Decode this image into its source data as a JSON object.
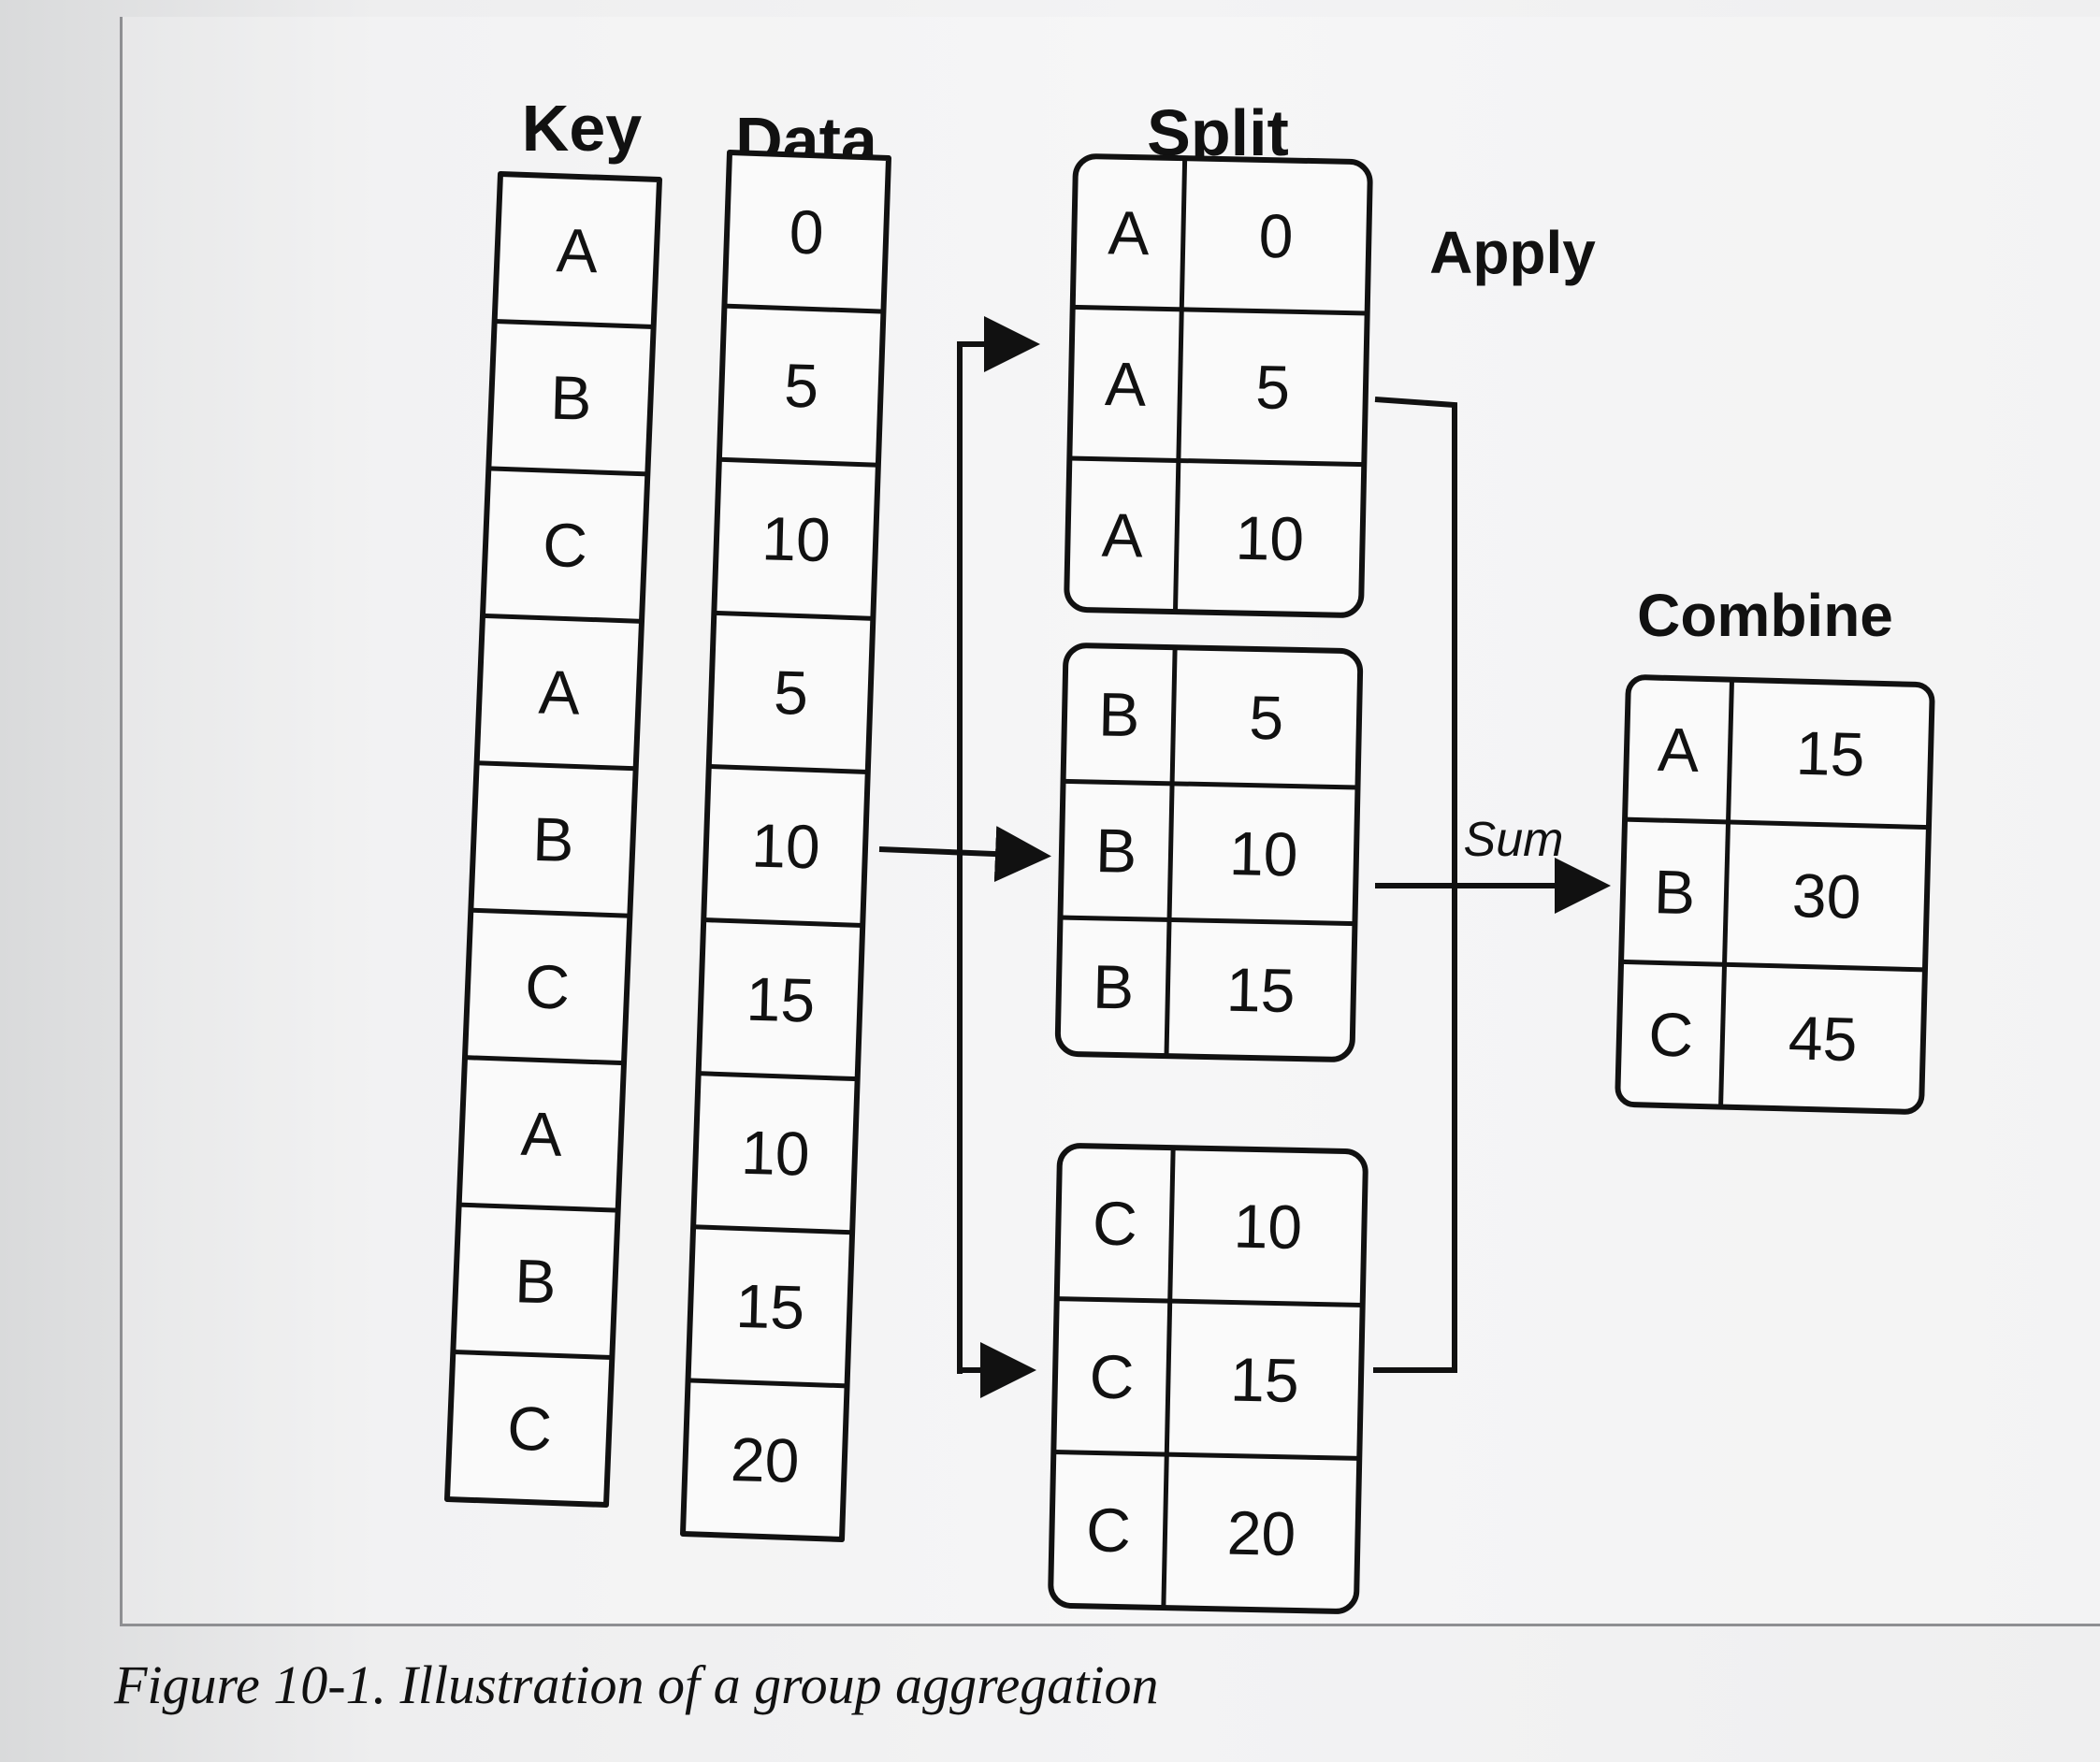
{
  "headers": {
    "key": "Key",
    "data": "Data",
    "split": "Split",
    "apply": "Apply",
    "combine": "Combine",
    "sum": "Sum"
  },
  "key_column": [
    "A",
    "B",
    "C",
    "A",
    "B",
    "C",
    "A",
    "B",
    "C"
  ],
  "data_column": [
    "0",
    "5",
    "10",
    "5",
    "10",
    "15",
    "10",
    "15",
    "20"
  ],
  "split_groups": [
    {
      "rows": [
        [
          "A",
          "0"
        ],
        [
          "A",
          "5"
        ],
        [
          "A",
          "10"
        ]
      ]
    },
    {
      "rows": [
        [
          "B",
          "5"
        ],
        [
          "B",
          "10"
        ],
        [
          "B",
          "15"
        ]
      ]
    },
    {
      "rows": [
        [
          "C",
          "10"
        ],
        [
          "C",
          "15"
        ],
        [
          "C",
          "20"
        ]
      ]
    }
  ],
  "combine_rows": [
    [
      "A",
      "15"
    ],
    [
      "B",
      "30"
    ],
    [
      "C",
      "45"
    ]
  ],
  "caption": "Figure 10-1. Illustration of a group aggregation"
}
